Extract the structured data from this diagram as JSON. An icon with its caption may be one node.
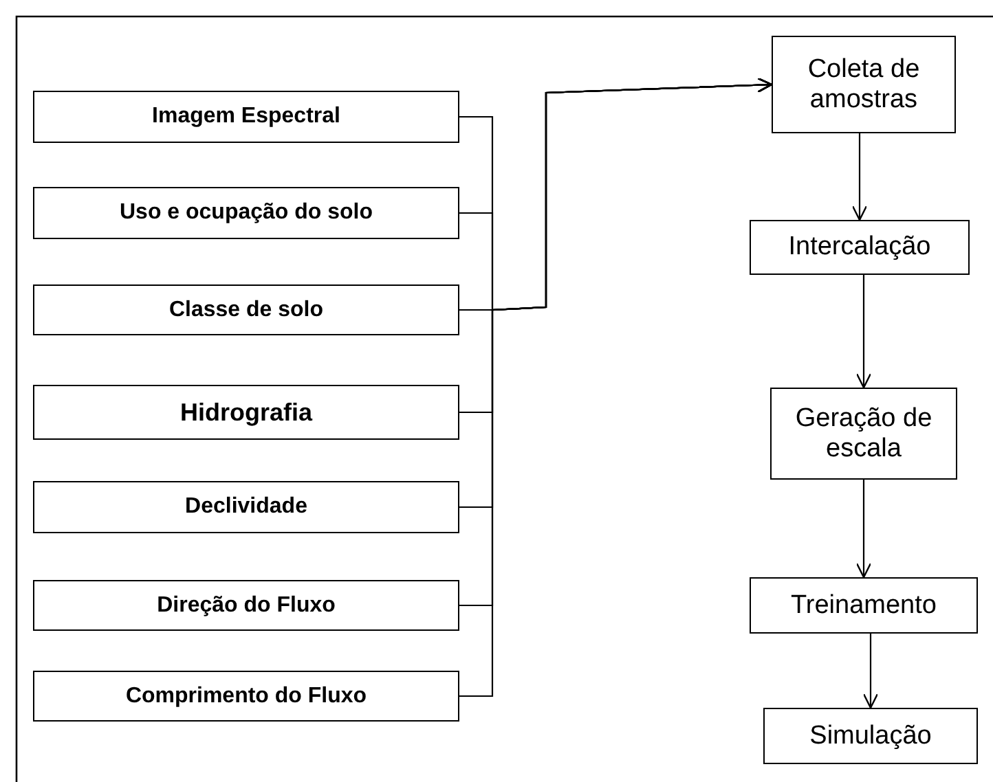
{
  "diagram": {
    "nodes": [
      {
        "text": [
          "Imagem Espectral"
        ]
      },
      {
        "text": [
          "Uso e ocupação do solo"
        ]
      },
      {
        "text": [
          "Classe de solo"
        ]
      },
      {
        "text": [
          "Hidrografia"
        ]
      },
      {
        "text": [
          "Declividade"
        ]
      },
      {
        "text": [
          "Direção do Fluxo"
        ]
      },
      {
        "text": [
          "Comprimento do Fluxo"
        ]
      },
      {
        "text": [
          "Coleta de amostras"
        ]
      },
      {
        "text": [
          "Intercalação"
        ]
      },
      {
        "text": [
          "Geração de escala"
        ]
      },
      {
        "text": [
          "Treinamento"
        ]
      },
      {
        "text": [
          "Simulação"
        ]
      }
    ],
    "edges": [
      {
        "from": 0,
        "to": 7,
        "arrow": "to"
      },
      {
        "from": 1,
        "to": 7,
        "arrow": "to"
      },
      {
        "from": 2,
        "to": 7,
        "arrow": "to"
      },
      {
        "from": 3,
        "to": 7,
        "arrow": "to"
      },
      {
        "from": 4,
        "to": 7,
        "arrow": "to"
      },
      {
        "from": 5,
        "to": 7,
        "arrow": "to"
      },
      {
        "from": 6,
        "to": 7,
        "arrow": "to"
      },
      {
        "from": 7,
        "to": 8,
        "arrow": "to"
      },
      {
        "from": 8,
        "to": 9,
        "arrow": "to"
      },
      {
        "from": 9,
        "to": 10,
        "arrow": "to"
      },
      {
        "from": 10,
        "to": 11,
        "arrow": "to"
      }
    ]
  }
}
